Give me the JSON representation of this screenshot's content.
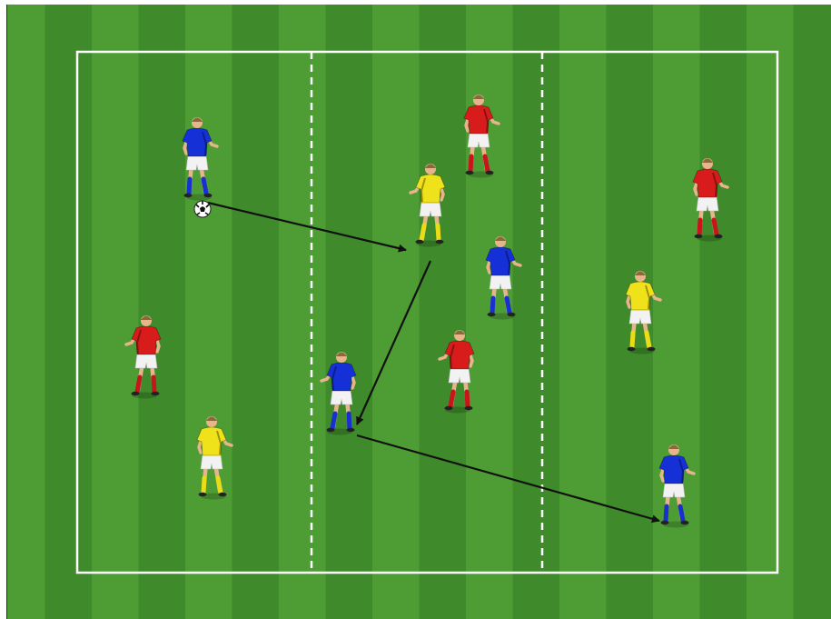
{
  "colors": {
    "grass_light": "#4f9e35",
    "grass_dark": "#3f8a2a",
    "line": "#ffffff",
    "arrow": "#111111",
    "skin": "#e8b48c",
    "hair": "#8a6a3a",
    "shorts": "#f2f2f2",
    "team_blue": "#1530d6",
    "team_red": "#d81b1b",
    "team_yellow": "#f0e21a",
    "sock_blue": "#1a2fd0",
    "sock_red": "#c8141a",
    "sock_yellow": "#e9dd18"
  },
  "players": [
    {
      "id": "blue-1",
      "team": "blue",
      "has_ball": true
    },
    {
      "id": "blue-2",
      "team": "blue"
    },
    {
      "id": "blue-3",
      "team": "blue"
    },
    {
      "id": "blue-4",
      "team": "blue"
    },
    {
      "id": "red-1",
      "team": "red"
    },
    {
      "id": "red-2",
      "team": "red"
    },
    {
      "id": "red-3",
      "team": "red"
    },
    {
      "id": "red-4",
      "team": "red"
    },
    {
      "id": "yellow-1",
      "team": "yellow"
    },
    {
      "id": "yellow-2",
      "team": "yellow"
    },
    {
      "id": "yellow-3",
      "team": "yellow"
    }
  ],
  "passes": [
    {
      "from": "blue-1",
      "to": "yellow-1"
    },
    {
      "from": "yellow-1",
      "to": "blue-3"
    },
    {
      "from": "blue-3",
      "to": "blue-4"
    }
  ],
  "icons": {
    "ball": "soccer-ball-icon",
    "player": "soccer-player-icon"
  }
}
